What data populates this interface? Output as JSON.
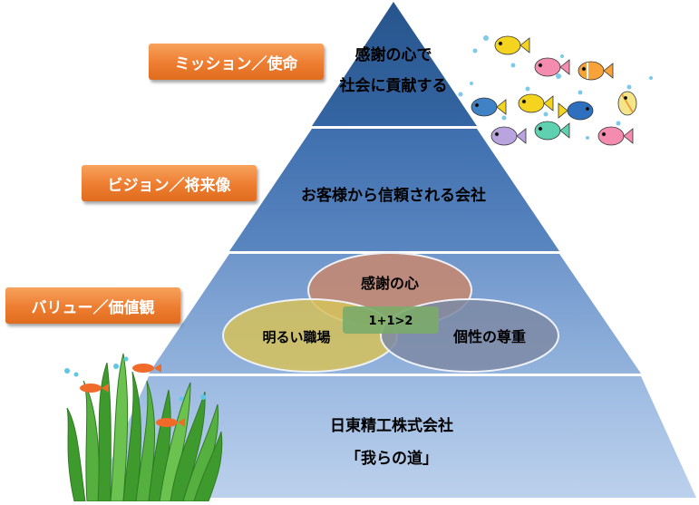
{
  "labels": {
    "mission": "ミッション／使命",
    "vision": "ビジョン／将来像",
    "value": "バリュー／価値観"
  },
  "pyramid": {
    "top_line1": "感謝の心で",
    "top_line2": "社会に貢献する",
    "tier2": "お客様から信頼される会社",
    "base_line1": "日東精工株式会社",
    "base_line2": "「我らの道」"
  },
  "venn": {
    "top": "感謝の心",
    "left": "明るい職場",
    "right": "個性の尊重",
    "center": "1+1>2"
  },
  "colors": {
    "accent_orange": "#ed7d31",
    "pyramid_top": "#2f5b93",
    "pyramid_mid": "#4a7ab8",
    "pyramid_low": "#7ea2d2",
    "pyramid_base": "#a9c3e6",
    "circle_top": "#c8876d",
    "circle_left": "#d6c25a",
    "circle_right": "#7c8aa4",
    "overlap": "#7bab6a"
  },
  "decorations": {
    "fish_school": "tropical-fish-icon",
    "seaweed": "seaweed-icon",
    "small_fish": "orange-fish-icon"
  }
}
